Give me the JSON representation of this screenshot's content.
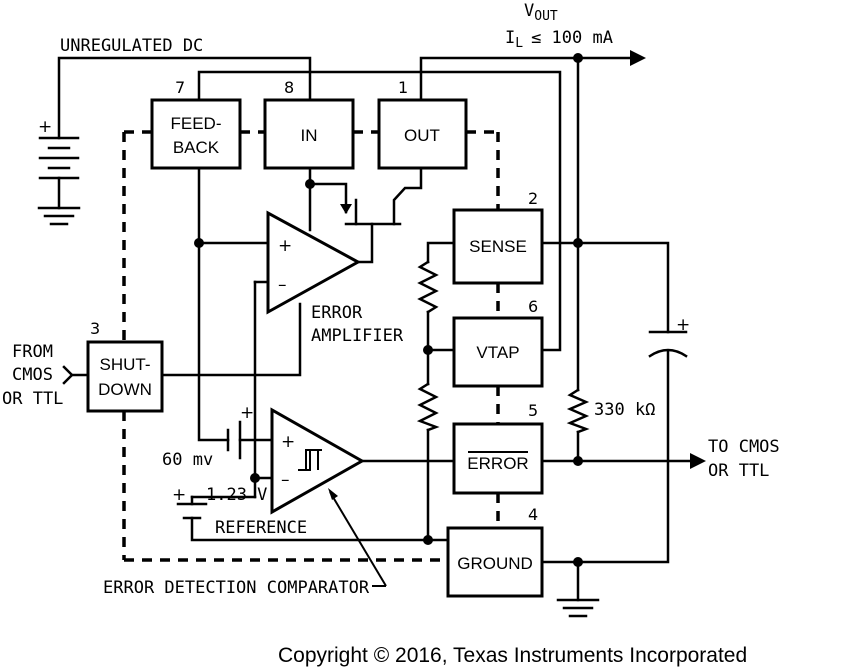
{
  "labels": {
    "vout": "V",
    "vout_sub": "OUT",
    "il": "I",
    "il_sub": "L",
    "il_limit": "≤ 100 mA",
    "unregulated_dc": "UNREGULATED DC",
    "from_cmos_1": "FROM",
    "from_cmos_2": "CMOS",
    "from_cmos_3": "OR TTL",
    "to_cmos_1": "TO CMOS",
    "to_cmos_2": "OR TTL",
    "error_amplifier_1": "ERROR",
    "error_amplifier_2": "AMPLIFIER",
    "resistor_330k": "330 kΩ",
    "offset_voltage": "60 mv",
    "reference_voltage": "1.23 V",
    "reference": "REFERENCE",
    "comparator": "ERROR DETECTION COMPARATOR",
    "copyright": "Copyright © 2016, Texas Instruments Incorporated"
  },
  "pins": [
    {
      "number": "7",
      "label_1": "FEED-",
      "label_2": "BACK"
    },
    {
      "number": "8",
      "label": "IN"
    },
    {
      "number": "1",
      "label": "OUT"
    },
    {
      "number": "2",
      "label": "SENSE"
    },
    {
      "number": "6",
      "label": "VTAP"
    },
    {
      "number": "5",
      "label": "ERROR"
    },
    {
      "number": "4",
      "label": "GROUND"
    },
    {
      "number": "3",
      "label_1": "SHUT-",
      "label_2": "DOWN"
    }
  ],
  "signs": {
    "plus": "+",
    "minus": "–"
  }
}
